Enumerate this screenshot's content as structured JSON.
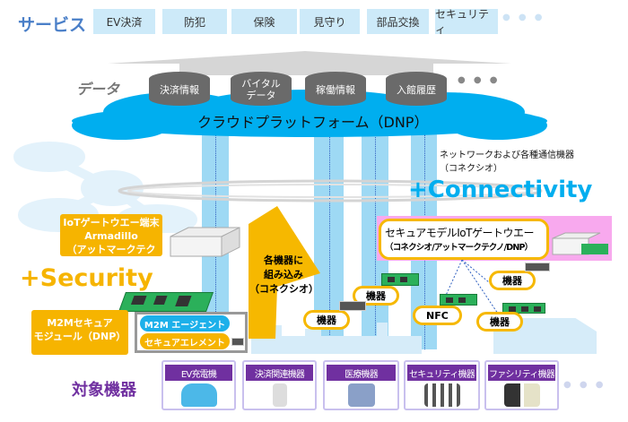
{
  "services": {
    "title": "サービス",
    "items": [
      "EV決済",
      "防犯",
      "保険",
      "見守り",
      "部品交換",
      "セキュリティ"
    ],
    "more": "● ● ●"
  },
  "data_layer": {
    "title": "データ",
    "items": [
      "決済情報",
      "バイタル\nデータ",
      "稼働情報",
      "入館履歴"
    ],
    "more": "● ● ●"
  },
  "cloud": {
    "label": "クラウドプラットフォーム（DNP）"
  },
  "network": {
    "line1": "ネットワークおよび各種通信機器",
    "line2": "（コネクシオ）",
    "connectivity": "+Connectivity"
  },
  "iot_gateway": {
    "line1": "IoTゲートウエー端末",
    "line2": "Armadillo",
    "line3": "（アットマークテクノ）"
  },
  "embed_arrow": {
    "line1": "各機器に",
    "line2": "組み込み",
    "line3": "（コネクシオ）"
  },
  "secure_gateway": {
    "line1": "セキュアモデルIoTゲートウエー",
    "line2": "（コネクシオ/アットマークテクノ/DNP）"
  },
  "security": {
    "label": "+Security",
    "module_line1": "M2Mセキュア",
    "module_line2": "モジュール（DNP）",
    "agent": "M2M エージェント",
    "element": "セキュアエレメント"
  },
  "devices": [
    "機器",
    "機器",
    "NFC",
    "機器",
    "機器"
  ],
  "targets": {
    "title": "対象機器",
    "items": [
      "EV充電機",
      "決済関連機器",
      "医療機器",
      "セキュリティ機器",
      "ファシリティ機器"
    ],
    "more": "● ● ●"
  },
  "colors": {
    "blue": "#00aeef",
    "orange": "#f6b400",
    "purple": "#7030a0"
  }
}
